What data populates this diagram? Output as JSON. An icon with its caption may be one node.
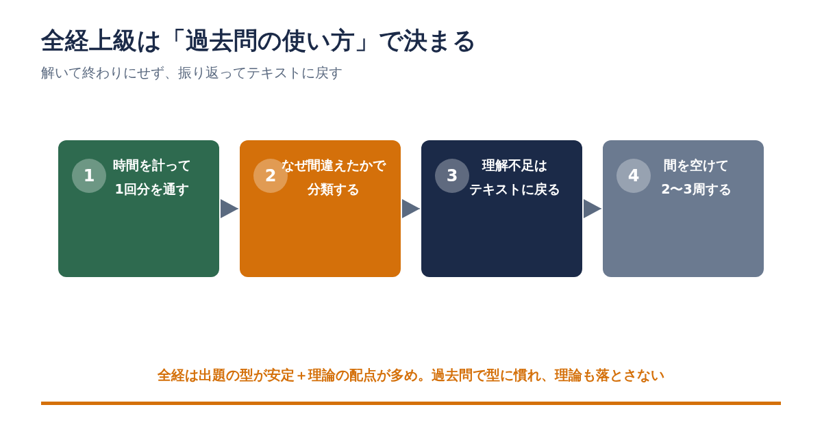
{
  "diagram": {
    "title": "全経上級は「過去問の使い方」で決まる",
    "caption": "全経は出題の型が安定＋理論の配点が多め。過去問で型に慣れ、理論も落とさない",
    "nodes": [
      {
        "text": [
          "1",
          "時間を計って1回分を通す"
        ]
      },
      {
        "text": [
          "2",
          "なぜ間違えたかで分類する"
        ]
      },
      {
        "text": [
          "3",
          "理解不足はテキストに戻る"
        ]
      },
      {
        "text": [
          "4",
          "間を空けて2〜3周する"
        ]
      }
    ],
    "edges": [
      {
        "from": 0,
        "to": 1,
        "arrow": "to"
      },
      {
        "from": 1,
        "to": 2,
        "arrow": "to"
      },
      {
        "from": 2,
        "to": 3,
        "arrow": "to"
      }
    ],
    "labels": [
      "解いて終わりにせず、振り返ってテキストに戻す"
    ]
  }
}
